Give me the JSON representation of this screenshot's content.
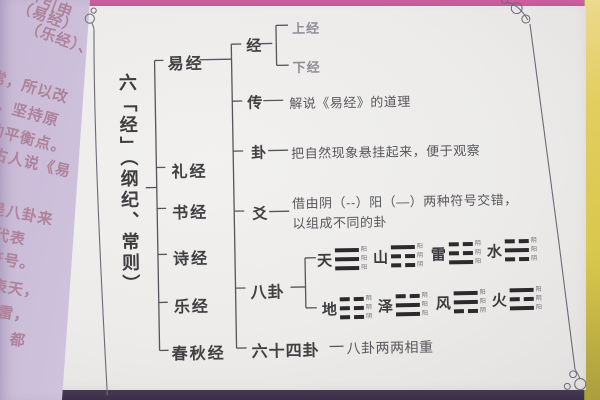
{
  "photo": {
    "prev_page_fragments": [
      {
        "text": "「引申"
      },
      {
        "text": "（易经）"
      },
      {
        "text": "（乐经）、"
      },
      {
        "text": "常，所以改"
      },
      {
        "text": "。坚持原"
      },
      {
        "text": "的平衡点。"
      },
      {
        "text": "古人说《易"
      },
      {
        "text": "是八卦来"
      },
      {
        "text": "代表"
      },
      {
        "text": "符号。"
      },
      {
        "text": "表天，"
      },
      {
        "text": "雷，"
      },
      {
        "text": "，都"
      }
    ]
  },
  "diagram": {
    "root_label": "六「经」（纲纪、常则）",
    "branches": [
      "易经",
      "礼经",
      "书经",
      "诗经",
      "乐经",
      "春秋经"
    ],
    "yijing_children": {
      "jing": {
        "label": "经",
        "children": [
          "上经",
          "下经"
        ]
      },
      "zhuan": {
        "label": "传",
        "desc": "解说《易经》的道理"
      },
      "gua": {
        "label": "卦",
        "desc": "把自然现象悬挂起来，便于观察"
      },
      "yao": {
        "label": "爻",
        "desc_line1": "借由阴（--）阳（—）两种符号交错，",
        "desc_line2": "以组成不同的卦"
      },
      "bagua": {
        "label": "八卦"
      },
      "liushisi": {
        "label": "六十四卦",
        "desc": "八卦两两相重"
      }
    },
    "bagua": {
      "row1": [
        {
          "name": "天",
          "lines": [
            "yang",
            "yang",
            "yang"
          ],
          "marks": [
            "阳",
            "阳",
            "阳"
          ]
        },
        {
          "name": "山",
          "lines": [
            "yang",
            "yin",
            "yin"
          ],
          "marks": [
            "阳",
            "阴",
            "阴"
          ]
        },
        {
          "name": "雷",
          "lines": [
            "yin",
            "yin",
            "yang"
          ],
          "marks": [
            "阴",
            "阴",
            "阳"
          ]
        },
        {
          "name": "水",
          "lines": [
            "yin",
            "yang",
            "yin"
          ],
          "marks": [
            "阴",
            "阳",
            "阴"
          ]
        }
      ],
      "row2": [
        {
          "name": "地",
          "lines": [
            "yin",
            "yin",
            "yin"
          ],
          "marks": [
            "阴",
            "阴",
            "阴"
          ]
        },
        {
          "name": "泽",
          "lines": [
            "yin",
            "yang",
            "yang"
          ],
          "marks": [
            "阴",
            "阳",
            "阳"
          ]
        },
        {
          "name": "风",
          "lines": [
            "yang",
            "yang",
            "yin"
          ],
          "marks": [
            "阳",
            "阳",
            "阴"
          ]
        },
        {
          "name": "火",
          "lines": [
            "yang",
            "yin",
            "yang"
          ],
          "marks": [
            "阳",
            "阴",
            "阳"
          ]
        }
      ]
    },
    "colors": {
      "ink": "#414145",
      "cover_pink": "#cd5f9f",
      "cover_yellow": "#d8c74c",
      "page_lavender": "#d5cbe2"
    }
  }
}
